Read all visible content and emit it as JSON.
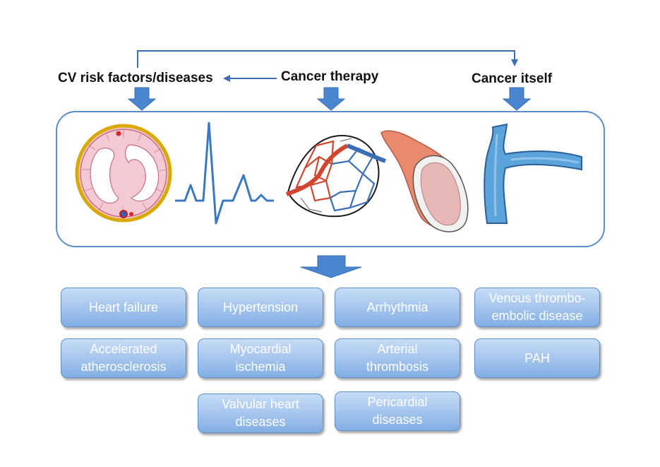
{
  "sources": {
    "cv_risk": "CV risk factors/diseases",
    "therapy": "Cancer therapy",
    "cancer": "Cancer itself"
  },
  "colors": {
    "arrow": "#3a6fb5",
    "block_arrow": "#4a86cf",
    "box_top": "#c7dcf6",
    "box_bottom": "#82aee4",
    "panel_border": "#5b8ec9"
  },
  "illustrations": [
    "heart-cross-section",
    "ecg-trace",
    "capillary-network",
    "artery-segment",
    "vein-branch"
  ],
  "outcomes": {
    "col1": [
      "Heart failure",
      "Accelerated\natherosclerosis"
    ],
    "col2": [
      "Hypertension",
      "Myocardial\nischemia",
      "Valvular heart\ndiseases"
    ],
    "col3": [
      "Arrhythmia",
      "Arterial\nthrombosis",
      "Pericardial\ndiseases"
    ],
    "col4": [
      "Venous thrombo-\nembolic disease",
      "PAH"
    ]
  }
}
